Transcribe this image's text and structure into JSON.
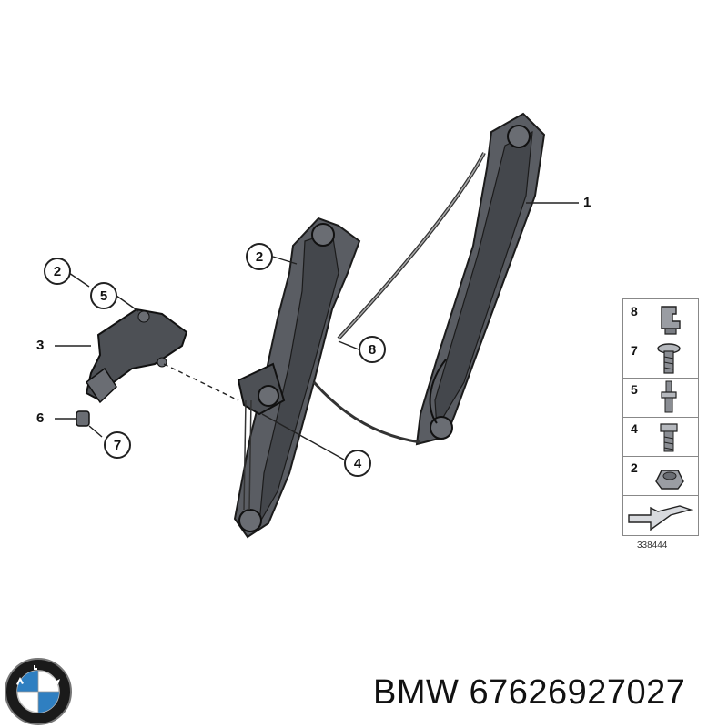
{
  "diagram": {
    "callouts": [
      "1",
      "2",
      "3",
      "4",
      "5",
      "6",
      "7",
      "8"
    ],
    "legend": {
      "rows": [
        {
          "number": "8",
          "icon": "clip-icon"
        },
        {
          "number": "7",
          "icon": "washer-screw-icon"
        },
        {
          "number": "5",
          "icon": "stud-bolt-icon"
        },
        {
          "number": "4",
          "icon": "hex-screw-icon"
        },
        {
          "number": "2",
          "icon": "hex-nut-icon"
        }
      ],
      "arrow_icon": "direction-arrow-icon"
    },
    "reference_number": "338444"
  },
  "caption": {
    "brand": "BMW",
    "part_number": "67626927027"
  },
  "logo": {
    "icon": "bmw-roundel-icon",
    "letters": "BMW",
    "colors": {
      "ring": "#1a1a1a",
      "blue": "#2f7fc1",
      "white": "#ffffff"
    }
  }
}
